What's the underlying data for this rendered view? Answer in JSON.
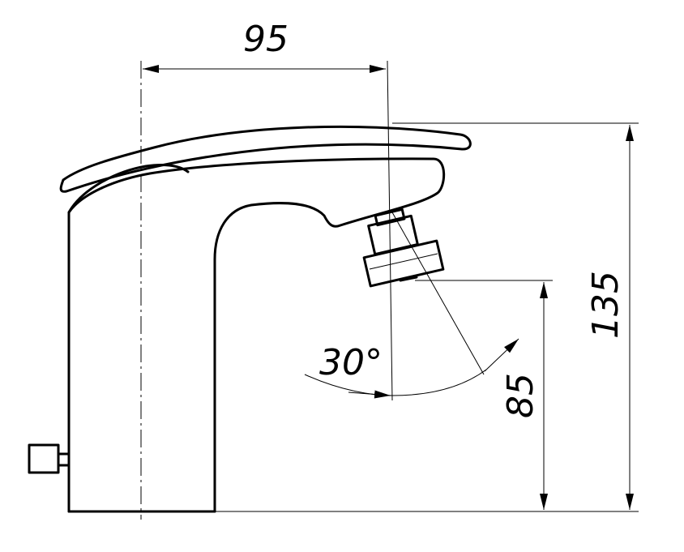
{
  "dimensions": {
    "width_label": "95",
    "height_label": "135",
    "spout_height_label": "85",
    "swivel_angle_label": "30°"
  }
}
